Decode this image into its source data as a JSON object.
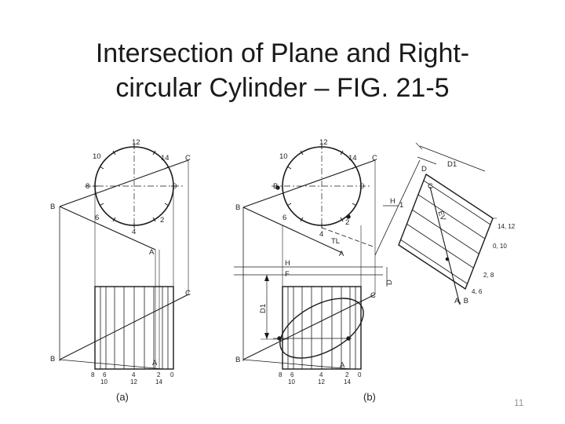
{
  "slide": {
    "title_line1": "Intersection of Plane and Right-",
    "title_line2": "circular Cylinder – FIG. 21-5",
    "page_number": "11"
  },
  "figure": {
    "caption_a": "(a)",
    "caption_b": "(b)",
    "circle_labels": [
      "12",
      "10",
      "14",
      "8",
      "0",
      "6",
      "2",
      "4"
    ],
    "bottom_labels_row1": [
      "8",
      "6",
      "4",
      "2",
      "0"
    ],
    "bottom_labels_row2": [
      "10",
      "12",
      "14"
    ],
    "point_labels": [
      "B",
      "C",
      "A"
    ],
    "view_b_extra": [
      "H",
      "F",
      "D",
      "D1",
      "H",
      "1",
      "D",
      "D1",
      "C",
      "EV",
      "TL",
      "14, 12",
      "0, 10",
      "2, 8",
      "4, 6",
      "A, B"
    ]
  },
  "colors": {
    "line": "#1a1a1a",
    "background": "#ffffff",
    "page_number": "#999999"
  }
}
